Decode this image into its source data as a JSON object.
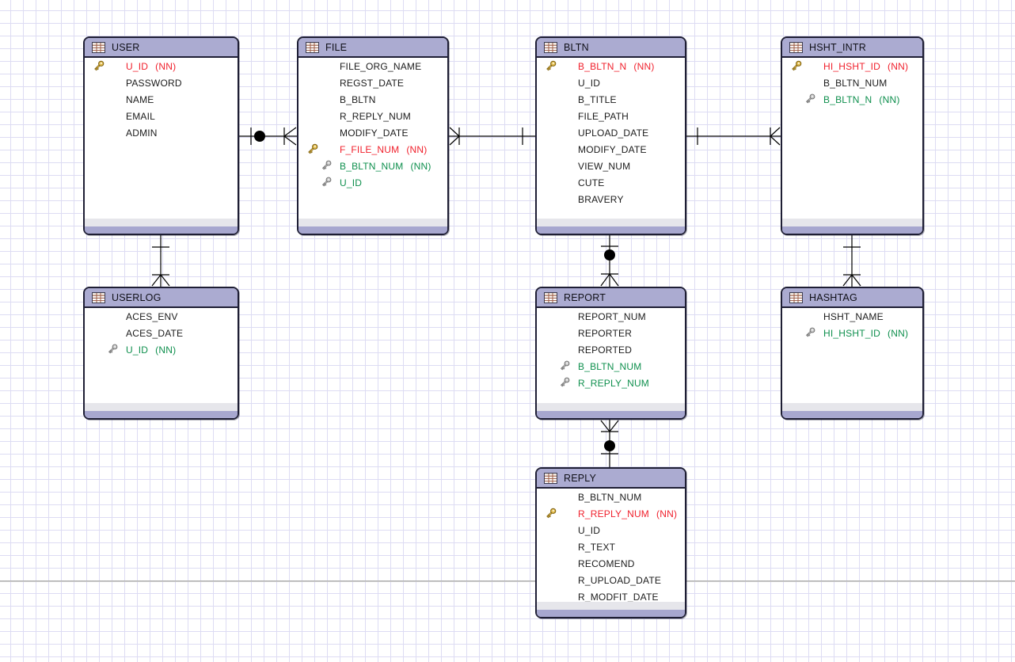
{
  "diagram": {
    "kind": "entity-relationship-diagram",
    "colors": {
      "entity_header": "#a2a2cc",
      "entity_border": "#1e1e34",
      "primary_key_text": "#f0202c",
      "foreign_key_text": "#0e8f4d",
      "plain_field_text": "#1b1b1b",
      "grid_line": "#dddcf3",
      "page_boundary_line": "#a9a9a9",
      "key_gold": "#e3bd4e",
      "key_silver": "#c7c7c7"
    }
  },
  "tables": [
    {
      "name": "USER",
      "fields": [
        {
          "name": "U_ID",
          "nn": "(NN)",
          "key": "primary",
          "color": "red"
        },
        {
          "name": "PASSWORD"
        },
        {
          "name": "NAME"
        },
        {
          "name": "EMAIL"
        },
        {
          "name": "ADMIN"
        }
      ]
    },
    {
      "name": "FILE",
      "fields": [
        {
          "name": "FILE_ORG_NAME"
        },
        {
          "name": "REGST_DATE"
        },
        {
          "name": "B_BLTN"
        },
        {
          "name": "R_REPLY_NUM"
        },
        {
          "name": "MODIFY_DATE"
        },
        {
          "name": "F_FILE_NUM",
          "nn": "(NN)",
          "key": "primary",
          "color": "red"
        },
        {
          "name": "B_BLTN_NUM",
          "nn": "(NN)",
          "key": "foreign",
          "color": "green"
        },
        {
          "name": "U_ID",
          "key": "foreign",
          "color": "green"
        }
      ]
    },
    {
      "name": "BLTN",
      "fields": [
        {
          "name": "B_BLTN_N",
          "nn": "(NN)",
          "key": "primary",
          "color": "red"
        },
        {
          "name": "U_ID"
        },
        {
          "name": "B_TITLE"
        },
        {
          "name": "FILE_PATH"
        },
        {
          "name": "UPLOAD_DATE"
        },
        {
          "name": "MODIFY_DATE"
        },
        {
          "name": "VIEW_NUM"
        },
        {
          "name": "CUTE"
        },
        {
          "name": "BRAVERY"
        }
      ]
    },
    {
      "name": "HSHT_INTR",
      "fields": [
        {
          "name": "HI_HSHT_ID",
          "nn": "(NN)",
          "key": "primary",
          "color": "red"
        },
        {
          "name": "B_BLTN_NUM"
        },
        {
          "name": "B_BLTN_N",
          "nn": "(NN)",
          "key": "foreign",
          "color": "green"
        }
      ]
    },
    {
      "name": "USERLOG",
      "fields": [
        {
          "name": "ACES_ENV"
        },
        {
          "name": "ACES_DATE"
        },
        {
          "name": "U_ID",
          "nn": "(NN)",
          "key": "foreign",
          "color": "green"
        }
      ]
    },
    {
      "name": "REPORT",
      "fields": [
        {
          "name": "REPORT_NUM"
        },
        {
          "name": "REPORTER"
        },
        {
          "name": "REPORTED"
        },
        {
          "name": "B_BLTN_NUM",
          "key": "foreign",
          "color": "green"
        },
        {
          "name": "R_REPLY_NUM",
          "key": "foreign",
          "color": "green"
        }
      ]
    },
    {
      "name": "HASHTAG",
      "fields": [
        {
          "name": "HSHT_NAME"
        },
        {
          "name": "HI_HSHT_ID",
          "nn": "(NN)",
          "key": "foreign",
          "color": "green"
        }
      ]
    },
    {
      "name": "REPLY",
      "fields": [
        {
          "name": "B_BLTN_NUM"
        },
        {
          "name": "R_REPLY_NUM",
          "nn": "(NN)",
          "key": "primary",
          "color": "red"
        },
        {
          "name": "U_ID"
        },
        {
          "name": "R_TEXT"
        },
        {
          "name": "RECOMEND"
        },
        {
          "name": "R_UPLOAD_DATE"
        },
        {
          "name": "R_MODFIT_DATE"
        }
      ]
    }
  ],
  "relationships": [
    {
      "from": "USER",
      "to": "FILE",
      "notation": "bar-circle / bar-crowfoot",
      "type": "one-to-many"
    },
    {
      "from": "BLTN",
      "to": "FILE",
      "notation": "bar / bar-crowfoot",
      "type": "one-to-many"
    },
    {
      "from": "BLTN",
      "to": "HSHT_INTR",
      "notation": "bar / bar-crowfoot",
      "type": "one-to-many"
    },
    {
      "from": "USER",
      "to": "USERLOG",
      "notation": "bar / bar-crowfoot",
      "type": "one-to-many"
    },
    {
      "from": "BLTN",
      "to": "REPORT",
      "notation": "bar-circle / bar-crowfoot",
      "type": "one-to-many"
    },
    {
      "from": "REPLY",
      "to": "REPORT",
      "notation": "bar-circle / bar-crowfoot",
      "type": "one-to-many"
    },
    {
      "from": "HSHT_INTR",
      "to": "HASHTAG",
      "notation": "bar / bar-crowfoot",
      "type": "one-to-many"
    }
  ]
}
